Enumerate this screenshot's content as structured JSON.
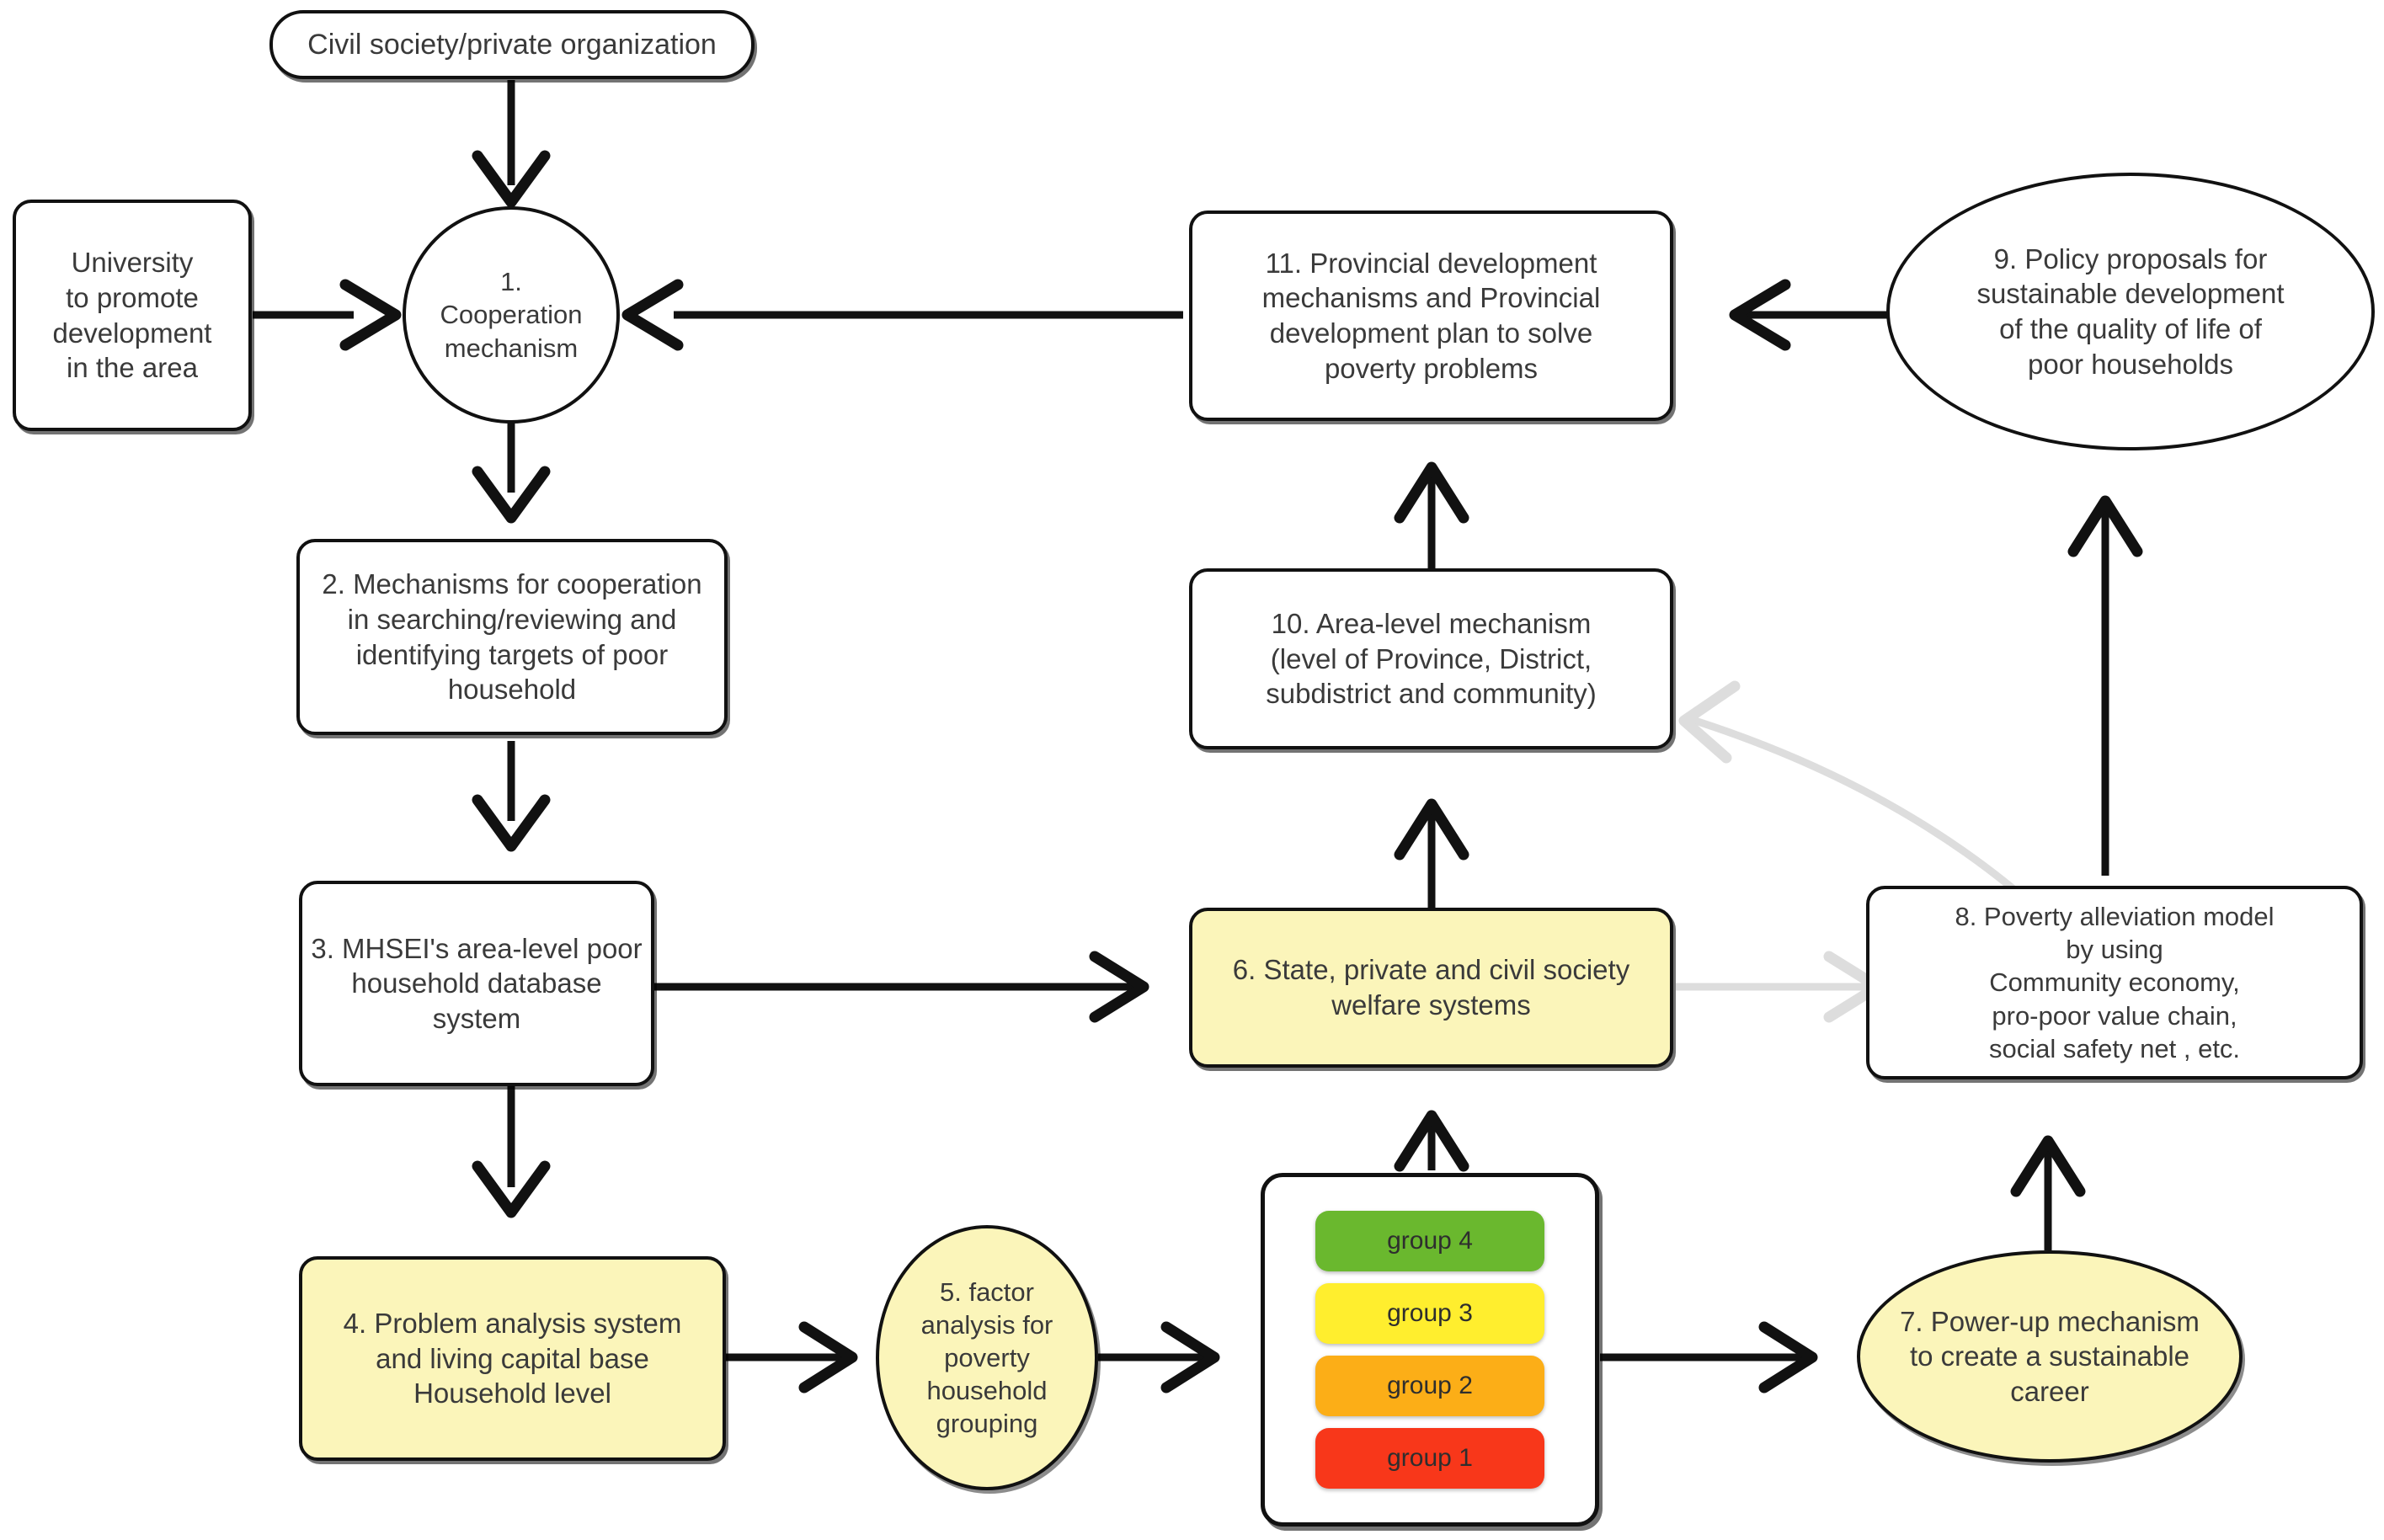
{
  "diagram": {
    "title": "Poverty alleviation cooperation mechanism flowchart",
    "nodes": {
      "civil_society": {
        "label": "Civil society/private organization"
      },
      "university": {
        "label": "University\nto promote\ndevelopment\nin the area"
      },
      "n1": {
        "label": "1.\nCooperation\nmechanism"
      },
      "n2": {
        "label": "2. Mechanisms for cooperation\nin searching/reviewing and\nidentifying targets of poor\nhousehold"
      },
      "n3": {
        "label": "3. MHSEI's area-level poor\nhousehold database system"
      },
      "n4": {
        "label": "4. Problem analysis system\nand living capital base\nHousehold level"
      },
      "n5": {
        "label": "5. factor\nanalysis for\npoverty\nhousehold\ngrouping"
      },
      "n6": {
        "label": "6. State, private and civil society\nwelfare systems"
      },
      "n7": {
        "label": "7. Power-up mechanism\nto create a sustainable\ncareer"
      },
      "n8": {
        "label": "8. Poverty alleviation model\nby using\nCommunity economy,\npro-poor value chain,\nsocial safety net , etc."
      },
      "n9": {
        "label": "9. Policy proposals for\nsustainable development\nof the quality of life of\npoor households"
      },
      "n10": {
        "label": "10. Area-level mechanism\n(level of Province, District,\nsubdistrict and community)"
      },
      "n11": {
        "label": "11. Provincial development\nmechanisms and Provincial\ndevelopment plan to solve\npoverty problems"
      }
    },
    "group_box": {
      "items": [
        {
          "label": "group 4",
          "color": "#6ab82e"
        },
        {
          "label": "group 3",
          "color": "#ffee2e"
        },
        {
          "label": "group 2",
          "color": "#fcae17"
        },
        {
          "label": "group 1",
          "color": "#f8371a"
        }
      ]
    },
    "colors": {
      "highlight_fill": "#fbf5ba",
      "node_fill": "#ffffff",
      "stroke": "#111111",
      "text": "#3a3a3a",
      "faded_edge": "#dddddd"
    },
    "edges": [
      {
        "from": "civil_society",
        "to": "n1",
        "style": "solid-black"
      },
      {
        "from": "university",
        "to": "n1",
        "style": "solid-black"
      },
      {
        "from": "n11",
        "to": "n1",
        "style": "solid-black"
      },
      {
        "from": "n1",
        "to": "n2",
        "style": "solid-black"
      },
      {
        "from": "n2",
        "to": "n3",
        "style": "solid-black"
      },
      {
        "from": "n3",
        "to": "n6",
        "style": "solid-black"
      },
      {
        "from": "n3",
        "to": "n4",
        "style": "solid-black"
      },
      {
        "from": "n4",
        "to": "n5",
        "style": "solid-black"
      },
      {
        "from": "n5",
        "to": "group_box",
        "style": "solid-black"
      },
      {
        "from": "group_box",
        "to": "n7",
        "style": "solid-black"
      },
      {
        "from": "group_box",
        "to": "n6",
        "style": "solid-black"
      },
      {
        "from": "n7",
        "to": "n8",
        "style": "solid-black"
      },
      {
        "from": "n6",
        "to": "n10",
        "style": "solid-black"
      },
      {
        "from": "n6",
        "to": "n8",
        "style": "faded-gray"
      },
      {
        "from": "n8",
        "to": "n10",
        "style": "faded-gray-curved"
      },
      {
        "from": "n8",
        "to": "n9",
        "style": "solid-black"
      },
      {
        "from": "n9",
        "to": "n11",
        "style": "solid-black"
      },
      {
        "from": "n10",
        "to": "n11",
        "style": "solid-black"
      }
    ]
  }
}
